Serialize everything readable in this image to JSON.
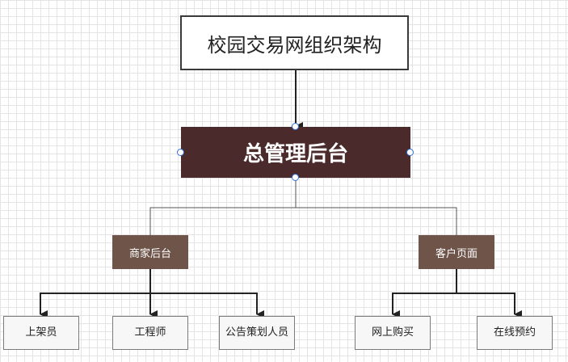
{
  "diagram": {
    "title": "校园交易网组织架构",
    "root": "总管理后台",
    "branches": [
      {
        "label": "商家后台",
        "children": [
          "上架员",
          "工程师",
          "公告策划人员"
        ]
      },
      {
        "label": "客户页面",
        "children": [
          "网上购买",
          "在线预约"
        ]
      }
    ]
  },
  "colors": {
    "root_fill": "#4b2a2c",
    "branch_fill": "#6e5449",
    "leaf_fill": "#f7f7f7",
    "selection_handle": "#2f6fd6"
  }
}
